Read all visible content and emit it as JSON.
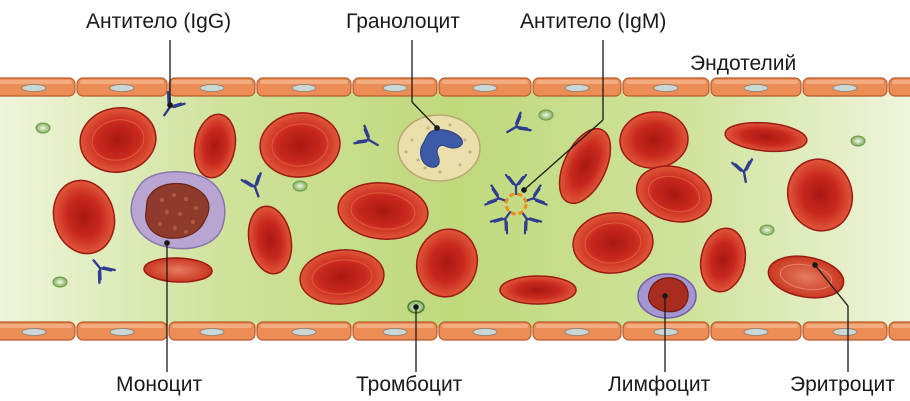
{
  "labels": {
    "antibody_igg": "Антитело (IgG)",
    "granulocyte": "Гранолоцит",
    "antibody_igm": "Антитело (IgM)",
    "endothelium": "Эндотелий",
    "monocyte": "Моноцит",
    "platelet": "Тромбоцит",
    "lymphocyte": "Лимфоцит",
    "erythrocyte": "Эритроцит"
  },
  "colors": {
    "plasma": "#c9df8a",
    "endothelium": "#e9874f",
    "erythrocyte": "#c8231c",
    "antibody": "#2e3d8f",
    "monocyte_membrane": "#b8a3cf",
    "granulocyte_cytoplasm": "#e8dcaa"
  }
}
